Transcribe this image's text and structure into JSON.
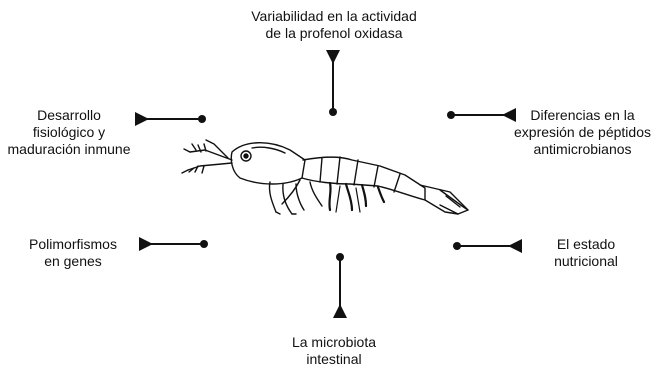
{
  "factors": {
    "top": "Variabilidad en la actividad\nde la profenol oxidasa",
    "upper_left": "Desarrollo\nfisiológico y\nmaduración inmune",
    "upper_right": "Diferencias en la\nexpresión de péptidos\nantimicrobianos",
    "lower_left": "Polimorfismos\nen genes",
    "lower_right": "El estado\nnutricional",
    "bottom": "La microbiota\nintestinal"
  },
  "illustration": {
    "subject": "shrimp",
    "icon": "shrimp-icon"
  },
  "colors": {
    "text": "#111111",
    "line": "#111111",
    "background": "#ffffff"
  }
}
